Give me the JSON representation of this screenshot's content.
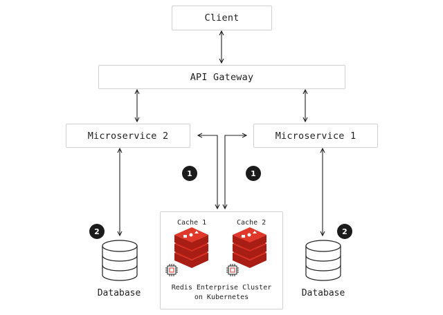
{
  "nodes": {
    "client": "Client",
    "gateway": "API Gateway",
    "ms2": "Microservice 2",
    "ms1": "Microservice 1",
    "db_left": "Database",
    "db_right": "Database"
  },
  "cluster": {
    "cache1": "Cache 1",
    "cache2": "Cache 2",
    "title_line1": "Redis Enterprise Cluster",
    "title_line2": "on Kubernetes"
  },
  "badges": {
    "left1": "1",
    "right1": "1",
    "left2": "2",
    "right2": "2"
  },
  "colors": {
    "redis_red": "#d82c20",
    "dark": "#1b1b1b",
    "border": "#cfcfcf"
  }
}
